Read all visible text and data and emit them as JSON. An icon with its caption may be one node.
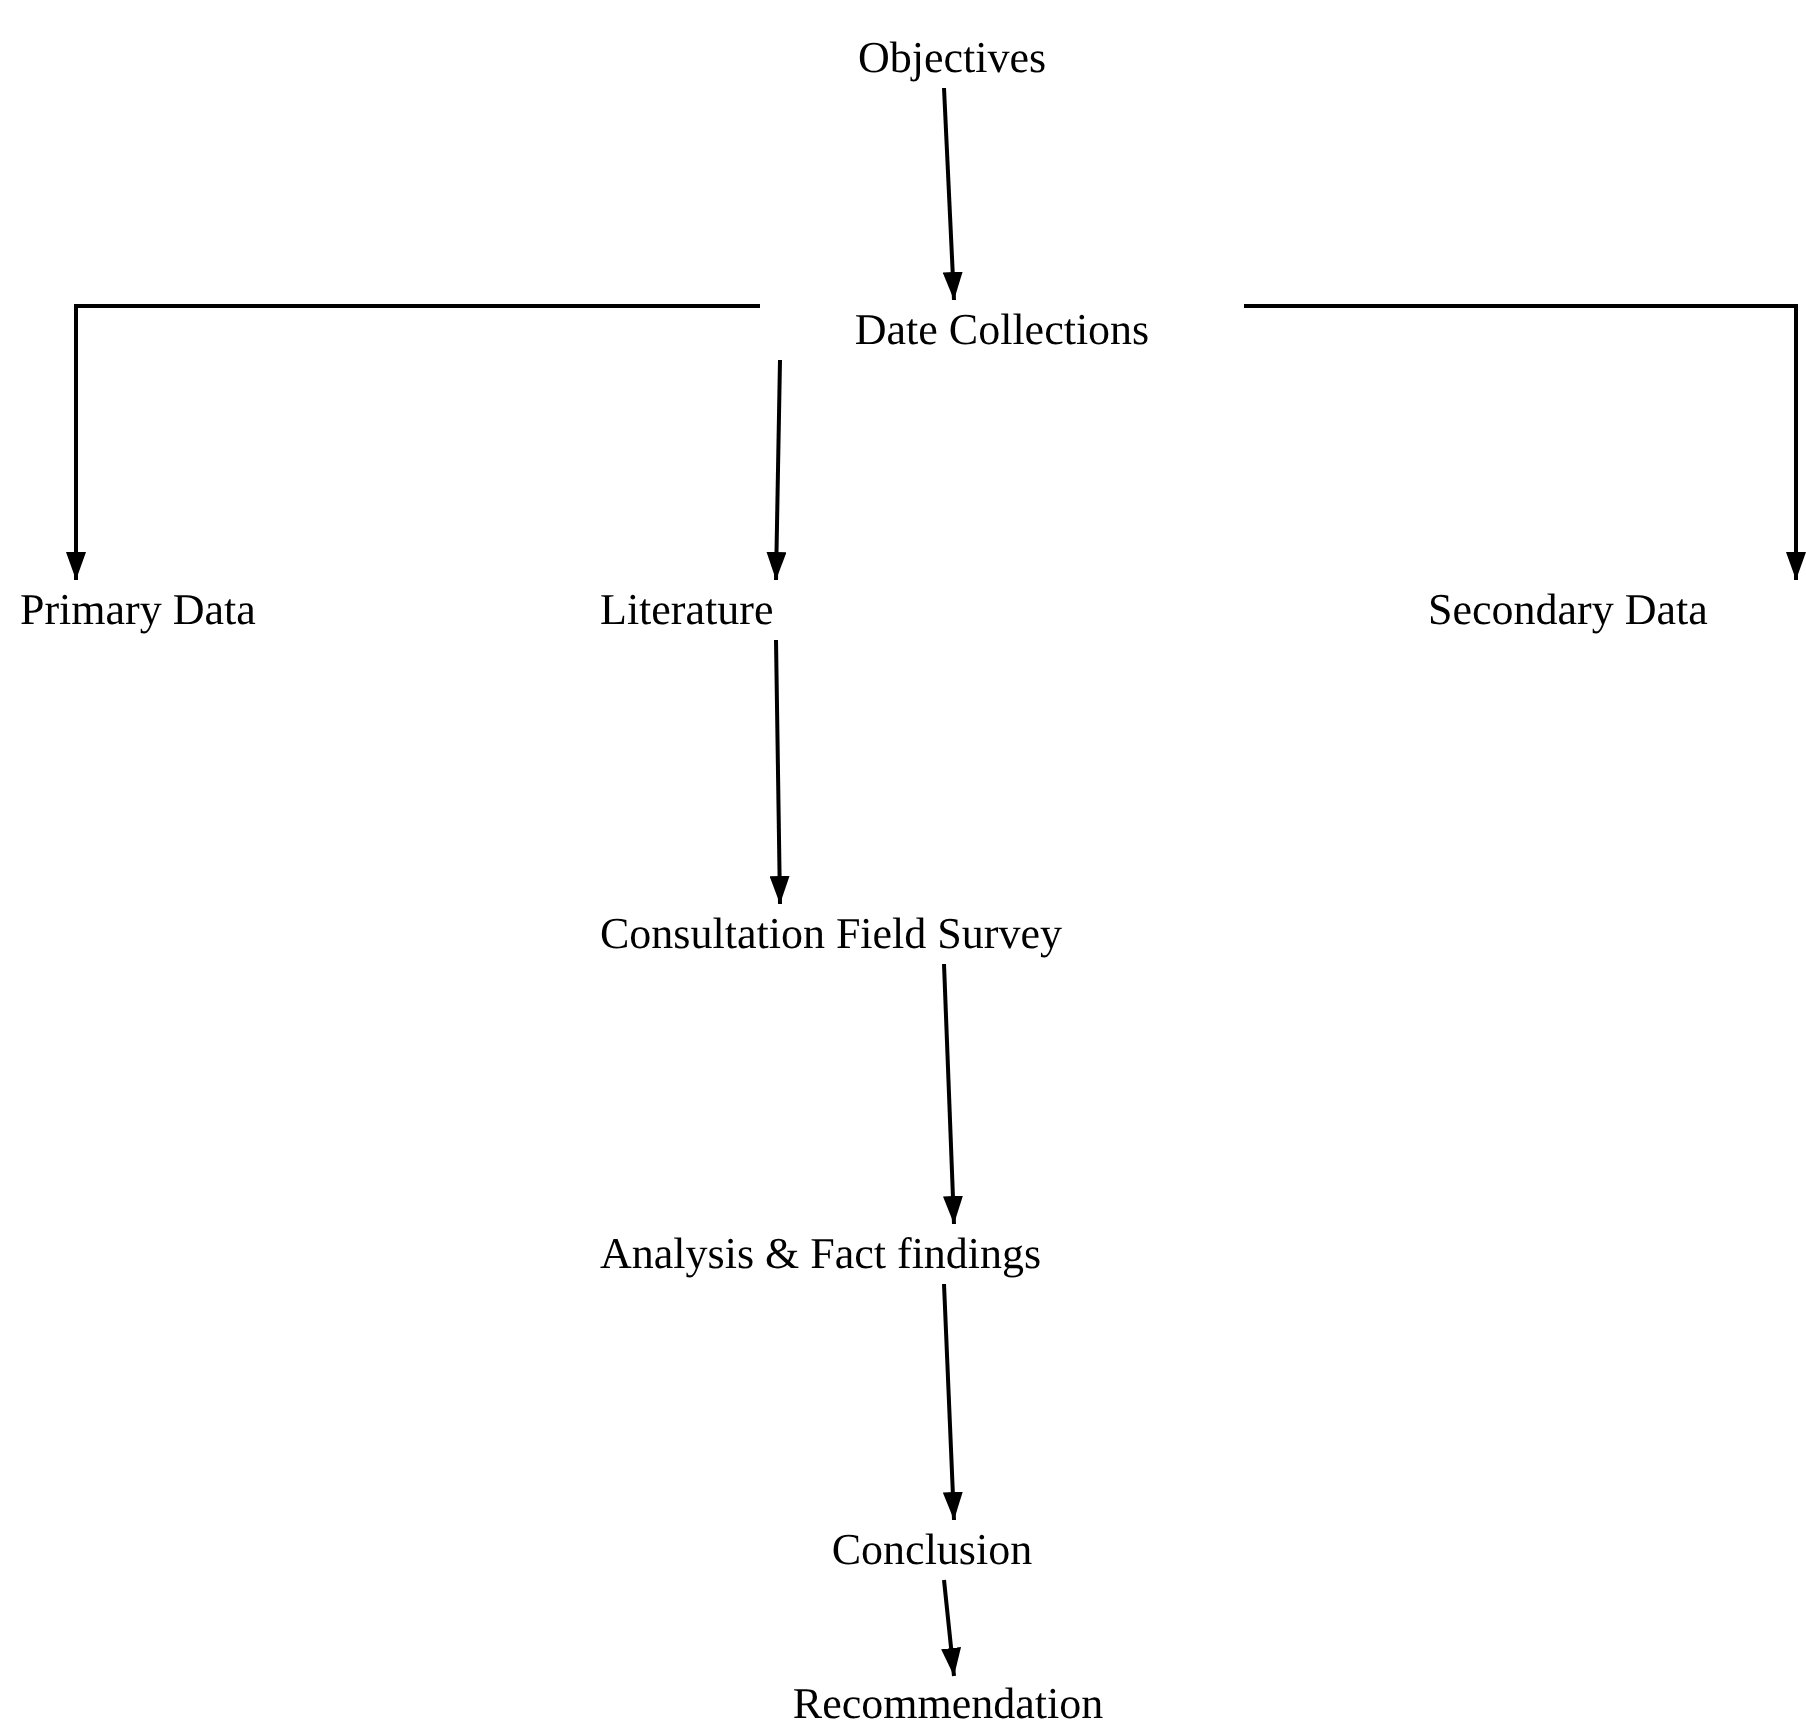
{
  "diagram": {
    "nodes": [
      {
        "text": [
          "Objectives"
        ]
      },
      {
        "text": [
          "Date Collections"
        ]
      },
      {
        "text": [
          "Primary Data"
        ]
      },
      {
        "text": [
          "Literature"
        ]
      },
      {
        "text": [
          "Secondary Data"
        ]
      },
      {
        "text": [
          "Consultation Field Survey"
        ]
      },
      {
        "text": [
          "Analysis & Fact findings"
        ]
      },
      {
        "text": [
          "Conclusion"
        ]
      },
      {
        "text": [
          "Recommendation"
        ]
      }
    ],
    "edges": [
      {
        "from": 0,
        "to": 1,
        "arrow": "to"
      },
      {
        "from": 1,
        "to": 2,
        "arrow": "to"
      },
      {
        "from": 1,
        "to": 3,
        "arrow": "to"
      },
      {
        "from": 1,
        "to": 4,
        "arrow": "to"
      },
      {
        "from": 3,
        "to": 5,
        "arrow": "to"
      },
      {
        "from": 5,
        "to": 6,
        "arrow": "to"
      },
      {
        "from": 6,
        "to": 7,
        "arrow": "to"
      },
      {
        "from": 7,
        "to": 8,
        "arrow": "to"
      }
    ]
  }
}
